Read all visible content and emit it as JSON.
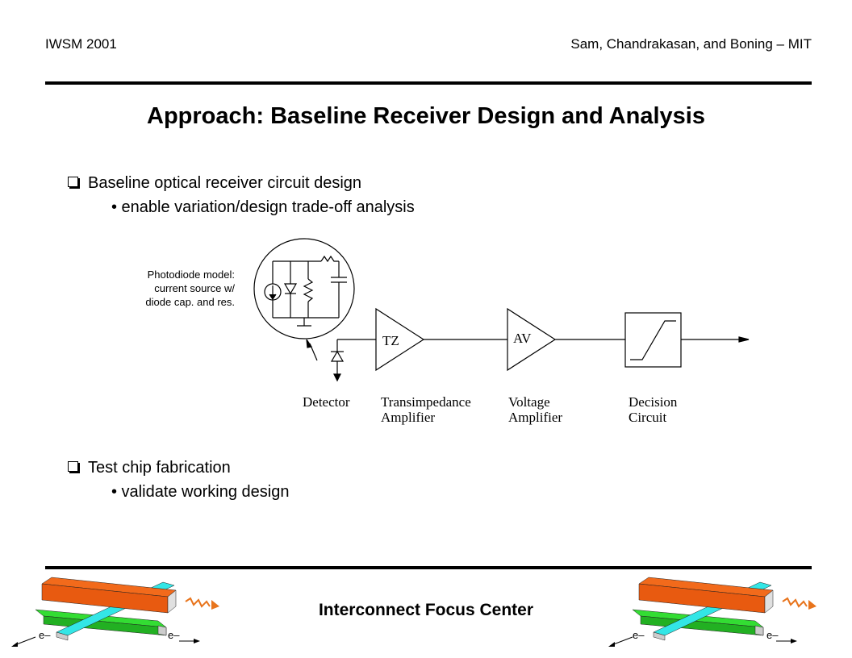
{
  "header": {
    "left": "IWSM 2001",
    "right": "Sam, Chandrakasan, and Boning – MIT"
  },
  "title": "Approach: Baseline Receiver Design and Analysis",
  "bullets": [
    {
      "text": "Baseline optical receiver circuit design",
      "sub": "• enable variation/design trade-off analysis"
    },
    {
      "text": "Test chip fabrication",
      "sub": "• validate working design"
    }
  ],
  "diagram": {
    "photodiode_note": [
      "Photodiode model:",
      "current source w/",
      "diode cap. and res."
    ],
    "tz_label": "TZ",
    "av_label": "AV",
    "blocks": [
      {
        "line1": "Detector",
        "line2": ""
      },
      {
        "line1": "Transimpedance",
        "line2": "Amplifier"
      },
      {
        "line1": "Voltage",
        "line2": "Amplifier"
      },
      {
        "line1": "Decision",
        "line2": "Circuit"
      }
    ]
  },
  "footer": {
    "center": "Interconnect Focus Center",
    "electron_label": "e–"
  },
  "colors": {
    "orange_bar": "#f26a1b",
    "green_bar": "#33dd33",
    "cyan_bar": "#33e6e6",
    "wave": "#e8741c"
  }
}
